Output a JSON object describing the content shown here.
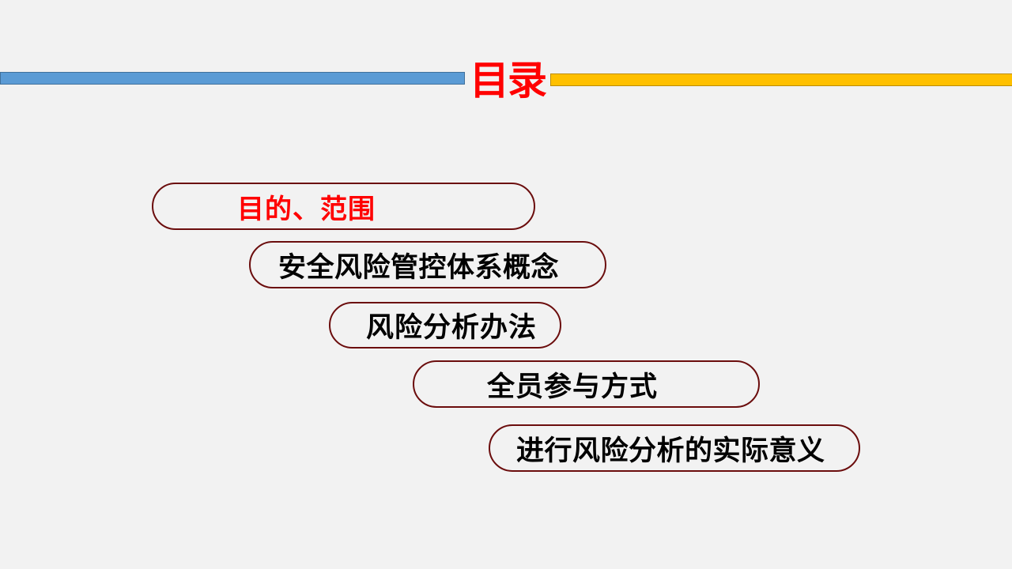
{
  "slide": {
    "title": "目录",
    "colors": {
      "background": "#f2f2f2",
      "title": "#ff0000",
      "bar_left": "#5b9bd5",
      "bar_right": "#ffc000",
      "pill_border": "#6b0d0d",
      "active_text": "#ff0000",
      "text": "#000000"
    },
    "items": [
      {
        "label": "目的、范围",
        "active": true
      },
      {
        "label": "安全风险管控体系概念",
        "active": false
      },
      {
        "label": "风险分析办法",
        "active": false
      },
      {
        "label": "全员参与方式",
        "active": false
      },
      {
        "label": "进行风险分析的实际意义",
        "active": false
      }
    ]
  }
}
